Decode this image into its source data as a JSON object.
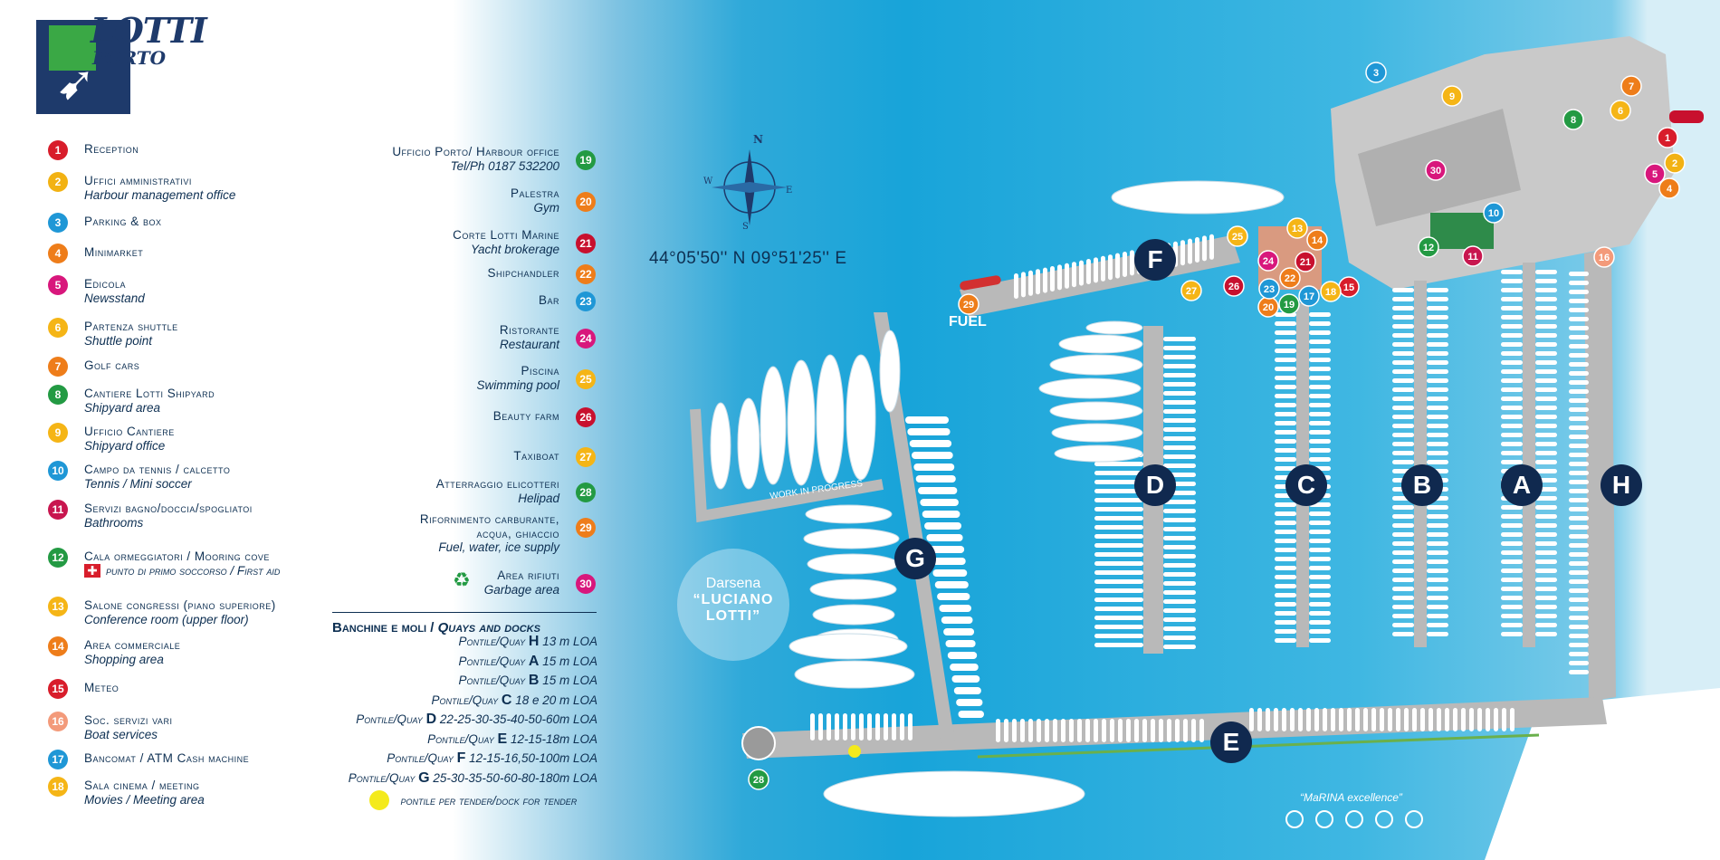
{
  "brand": {
    "name_line1": "LOTTI",
    "name_line2": "PORTO"
  },
  "legend_left": [
    {
      "num": "1",
      "color": "#d81d2b",
      "label": "Reception",
      "sub": ""
    },
    {
      "num": "2",
      "color": "#f2b213",
      "label": "Uffici amministrativi",
      "sub": "Harbour management office"
    },
    {
      "num": "3",
      "color": "#1f97d6",
      "label": "Parking & box",
      "sub": ""
    },
    {
      "num": "4",
      "color": "#ee7d1a",
      "label": "Minimarket",
      "sub": ""
    },
    {
      "num": "5",
      "color": "#d8177c",
      "label": "Edicola",
      "sub": "Newsstand"
    },
    {
      "num": "6",
      "color": "#f5b516",
      "label": "Partenza shuttle",
      "sub": "Shuttle point"
    },
    {
      "num": "7",
      "color": "#ee7d1a",
      "label": "Golf cars",
      "sub": ""
    },
    {
      "num": "8",
      "color": "#239a43",
      "label": "Cantiere Lotti Shipyard",
      "sub": "Shipyard area"
    },
    {
      "num": "9",
      "color": "#f5b516",
      "label": "Ufficio Cantiere",
      "sub": "Shipyard office"
    },
    {
      "num": "10",
      "color": "#1f97d6",
      "label": "Campo da tennis / calcetto",
      "sub": "Tennis / Mini soccer"
    },
    {
      "num": "11",
      "color": "#c8164f",
      "label": "Servizi bagno/doccia/spogliatoi",
      "sub": "Bathrooms"
    },
    {
      "num": "12",
      "color": "#239a43",
      "label": "Cala ormeggiatori / Mooring cove",
      "sub": "punto di primo soccorso / First aid"
    },
    {
      "num": "13",
      "color": "#f5b516",
      "label": "Salone congressi (piano superiore)",
      "sub": "Conference room (upper floor)"
    },
    {
      "num": "14",
      "color": "#ee7d1a",
      "label": "Area commerciale",
      "sub": "Shopping area"
    },
    {
      "num": "15",
      "color": "#d81d2b",
      "label": "Meteo",
      "sub": ""
    },
    {
      "num": "16",
      "color": "#f39a7a",
      "label": "Soc. servizi vari",
      "sub": "Boat services"
    },
    {
      "num": "17",
      "color": "#1f97d6",
      "label": "Bancomat / ATM Cash machine",
      "sub": ""
    },
    {
      "num": "18",
      "color": "#f5b516",
      "label": "Sala cinema / meeting",
      "sub": "Movies / Meeting area"
    }
  ],
  "legend_right": [
    {
      "num": "19",
      "color": "#239a43",
      "label": "Ufficio Porto/ Harbour office",
      "sub": "Tel/Ph 0187 532200"
    },
    {
      "num": "20",
      "color": "#ee7d1a",
      "label": "Palestra",
      "sub": "Gym"
    },
    {
      "num": "21",
      "color": "#c8102e",
      "label": "Corte Lotti Marine",
      "sub": "Yacht brokerage"
    },
    {
      "num": "22",
      "color": "#ee7d1a",
      "label": "Shipchandler",
      "sub": ""
    },
    {
      "num": "23",
      "color": "#1f97d6",
      "label": "Bar",
      "sub": ""
    },
    {
      "num": "24",
      "color": "#d8177c",
      "label": "Ristorante",
      "sub": "Restaurant"
    },
    {
      "num": "25",
      "color": "#f5b516",
      "label": "Piscina",
      "sub": "Swimming pool"
    },
    {
      "num": "26",
      "color": "#c8102e",
      "label": "Beauty farm",
      "sub": ""
    },
    {
      "num": "27",
      "color": "#f5b516",
      "label": "Taxiboat",
      "sub": ""
    },
    {
      "num": "28",
      "color": "#239a43",
      "label": "Atterraggio elicotteri",
      "sub": "Helipad"
    },
    {
      "num": "29",
      "color": "#ee7d1a",
      "label": "Rifornimento carburante,",
      "sub2": "acqua, ghiaccio",
      "sub": "Fuel, water, ice supply"
    },
    {
      "num": "30",
      "color": "#d8177c",
      "label": "Area rifiuti",
      "sub": "Garbage area"
    }
  ],
  "quays": {
    "heading_plain": "Banchine e moli /",
    "heading_italic": "Quays and docks",
    "items": [
      {
        "prefix": "Pontile/Quay",
        "letter": "H",
        "spec": "13 m LOA"
      },
      {
        "prefix": "Pontile/Quay",
        "letter": "A",
        "spec": "15 m LOA"
      },
      {
        "prefix": "Pontile/Quay",
        "letter": "B",
        "spec": "15 m LOA"
      },
      {
        "prefix": "Pontile/Quay",
        "letter": "C",
        "spec": "18 e 20 m LOA"
      },
      {
        "prefix": "Pontile/Quay",
        "letter": "D",
        "spec": "22-25-30-35-40-50-60m LOA"
      },
      {
        "prefix": "Pontile/Quay",
        "letter": "E",
        "spec": "12-15-18m LOA"
      },
      {
        "prefix": "Pontile/Quay",
        "letter": "F",
        "spec": "12-15-16,50-100m LOA"
      },
      {
        "prefix": "Pontile/Quay",
        "letter": "G",
        "spec": "25-30-35-50-60-80-180m LOA"
      }
    ],
    "tender": "pontile per tender/dock for tender"
  },
  "map": {
    "coordinates": "44°05'50'' N  09°51'25'' E",
    "fuel_label": "FUEL",
    "darsena": {
      "line1": "Darsena",
      "line2": "“LUCIANO",
      "line3": "LOTTI”"
    },
    "work_in_progress": "WORK IN PROGRESS",
    "excellence": "“MaRINA excellence”",
    "compass": {
      "n": "N",
      "s": "S",
      "e": "E",
      "w": "W"
    },
    "docks": [
      "F",
      "D",
      "C",
      "B",
      "A",
      "H",
      "G",
      "E"
    ],
    "map_badges": [
      "1",
      "2",
      "3",
      "4",
      "5",
      "6",
      "7",
      "8",
      "9",
      "10",
      "11",
      "12",
      "13",
      "14",
      "15",
      "16",
      "17",
      "18",
      "19",
      "20",
      "21",
      "22",
      "23",
      "24",
      "25",
      "26",
      "27",
      "28",
      "29",
      "30"
    ]
  },
  "colors": {
    "water": "#18a4d9",
    "dock_badge": "#10294f",
    "land": "#c9c9c9",
    "pier": "#b9b9b9"
  }
}
